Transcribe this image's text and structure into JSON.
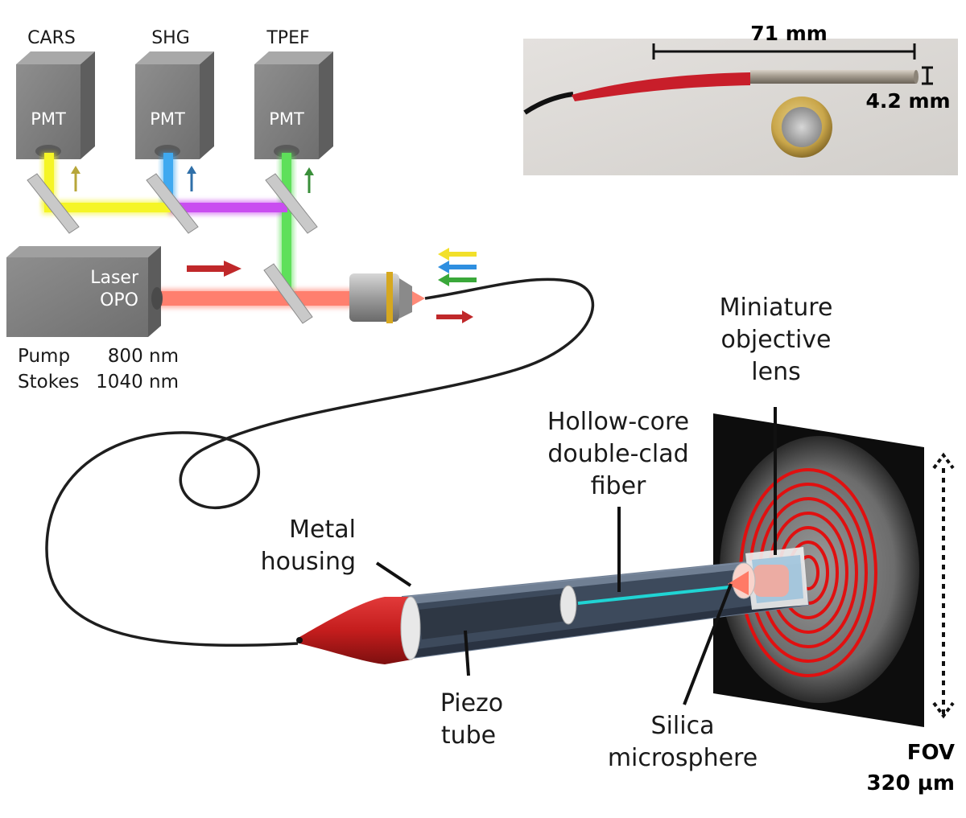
{
  "detectors": [
    {
      "name": "CARS",
      "sensor": "PMT"
    },
    {
      "name": "SHG",
      "sensor": "PMT"
    },
    {
      "name": "TPEF",
      "sensor": "PMT"
    }
  ],
  "laser": {
    "line1": "Laser",
    "line2": "OPO"
  },
  "wavelengths": [
    {
      "label": "Pump",
      "value": "800 nm"
    },
    {
      "label": "Stokes",
      "value": "1040 nm"
    }
  ],
  "photo": {
    "length": "71 mm",
    "diameter": "4.2 mm"
  },
  "labels": {
    "objective": [
      "Miniature",
      "objective",
      "lens"
    ],
    "fiber": [
      "Hollow-core",
      "double-clad",
      "fiber"
    ],
    "housing": [
      "Metal",
      "housing"
    ],
    "piezo": [
      "Piezo",
      "tube"
    ],
    "microsphere": [
      "Silica",
      "microsphere"
    ]
  },
  "fov": {
    "title": "FOV",
    "value": "320 µm"
  },
  "colors": {
    "cars": "#f5f526",
    "shg": "#3fa9f0",
    "tpef": "#5ee05a",
    "combined": "#c94df0",
    "laser": "#ff7f6e",
    "housing": "#3d4a5c",
    "cap": "#c81e1e",
    "spiral": "#e01010",
    "fiber_core": "#20d4d4"
  }
}
